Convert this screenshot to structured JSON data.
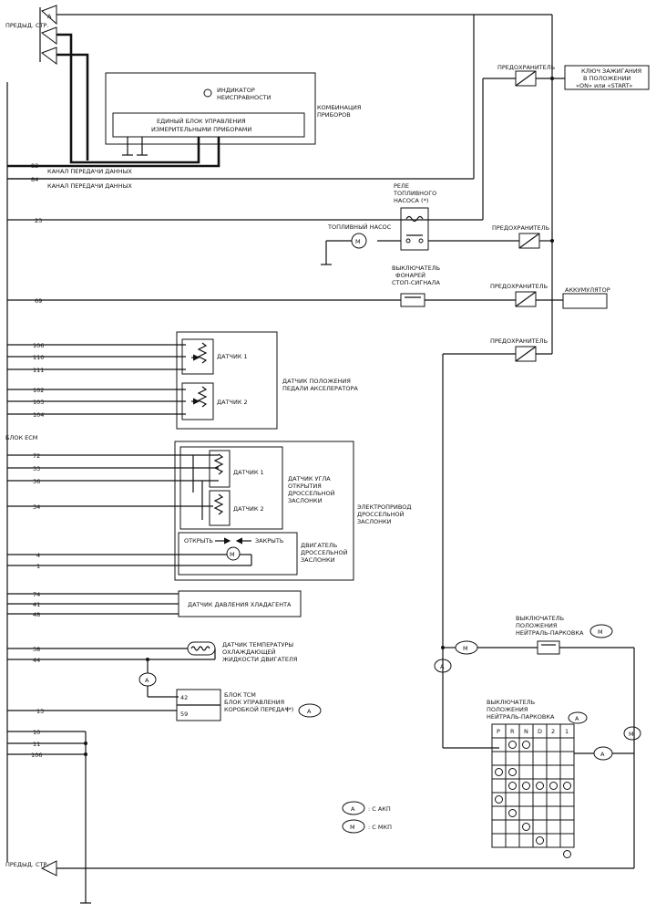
{
  "ecm": {
    "label": "БЛОК ECM",
    "pins": {
      "p83": "83",
      "p84": "84",
      "p23": "23",
      "p69": "69",
      "p106": "106",
      "p110": "110",
      "p111": "111",
      "p102": "102",
      "p103": "103",
      "p104": "104",
      "p72": "72",
      "p33": "33",
      "p36": "36",
      "p34": "34",
      "p4": "4",
      "p1": "1",
      "p74": "74",
      "p41": "41",
      "p48": "48",
      "p38": "38",
      "p44": "44",
      "p13": "13",
      "p10": "10",
      "p11": "11",
      "p106b": "106"
    }
  },
  "labels": {
    "prev_page_top": "ПРЕДЫД. СТР.",
    "prev_page_bottom": "ПРЕДЫД. СТР.",
    "malfunction_lamp": [
      "ИНДИКАТОР",
      "НЕИСПРАВНОСТИ"
    ],
    "meter_unit": [
      "ЕДИНЫЙ БЛОК УПРАВЛЕНИЯ",
      "ИЗМЕРИТЕЛЬНЫМИ ПРИБОРАМИ"
    ],
    "combination_meter": [
      "КОМБИНАЦИЯ",
      "ПРИБОРОВ"
    ],
    "data_line_83": "КАНАЛ ПЕРЕДАЧИ ДАННЫХ",
    "data_line_84": "КАНАЛ ПЕРЕДАЧИ ДАННЫХ",
    "fuse_1": "ПРЕДОХРАНИТЕЛЬ",
    "ignition_switch": [
      "КЛЮЧ ЗАЖИГАНИЯ",
      "В ПОЛОЖЕНИИ",
      "«ON» или «START»"
    ],
    "fuel_pump_relay": [
      "РЕЛЕ",
      "ТОПЛИВНОГО",
      "НАСОСА (*)"
    ],
    "fuel_pump": "ТОПЛИВНЫЙ НАСОС",
    "fuse_2": "ПРЕДОХРАНИТЕЛЬ",
    "stop_lamp_switch": [
      "ВЫКЛЮЧАТЕЛЬ",
      "ФОНАРЕЙ",
      "СТОП-СИГНАЛА"
    ],
    "fuse_3": "ПРЕДОХРАНИТЕЛЬ",
    "battery": "АККУМУЛЯТОР",
    "fuse_4": "ПРЕДОХРАНИТЕЛЬ",
    "app_sensor_1": "ДАТЧИК 1",
    "app_sensor_2": "ДАТЧИК 2",
    "app_sensor": [
      "ДАТЧИК ПОЛОЖЕНИЯ",
      "ПЕДАЛИ АКСЕЛЕРАТОРА"
    ],
    "tps_sensor_1": "ДАТЧИК 1",
    "tps_sensor_2": "ДАТЧИК 2",
    "tps": [
      "ДАТЧИК УГЛА",
      "ОТКРЫТИЯ",
      "ДРОССЕЛЬНОЙ",
      "ЗАСЛОНКИ"
    ],
    "throttle_actuator": [
      "ЭЛЕКТРОПРИВОД",
      "ДРОССЕЛЬНОЙ",
      "ЗАСЛОНКИ"
    ],
    "open": "ОТКРЫТЬ",
    "close": "ЗАКРЫТЬ",
    "throttle_motor": [
      "ДВИГАТЕЛЬ",
      "ДРОССЕЛЬНОЙ",
      "ЗАСЛОНКИ"
    ],
    "refrigerant_sensor": "ДАТЧИК ДАВЛЕНИЯ ХЛАДАГЕНТА",
    "coolant_temp_sensor": [
      "ДАТЧИК ТЕМПЕРАТУРЫ",
      "ОХЛАЖДАЮЩЕЙ",
      "ЖИДКОСТИ ДВИГАТЕЛЯ"
    ],
    "tcm_pin_42": "42",
    "tcm_pin_59": "59",
    "tcm": [
      "БЛОК TCM",
      "БЛОК УПРАВЛЕНИЯ",
      "КОРОБКОЙ ПЕРЕДАЧ"
    ],
    "mt_switch": [
      "ВЫКЛЮЧАТЕЛЬ",
      "ПОЛОЖЕНИЯ",
      "НЕЙТРАЛЬ-ПАРКОВКА"
    ],
    "at_switch": [
      "ВЫКЛЮЧАТЕЛЬ",
      "ПОЛОЖЕНИЯ",
      "НЕЙТРАЛЬ-ПАРКОВКА"
    ],
    "legend_a": ": С АКП",
    "legend_m": ": С МКП",
    "marker_a": "A",
    "marker_m": "M",
    "tcm_paren": "(*)"
  },
  "inhibitor_positions": [
    "P",
    "R",
    "N",
    "D",
    "2",
    "1"
  ]
}
